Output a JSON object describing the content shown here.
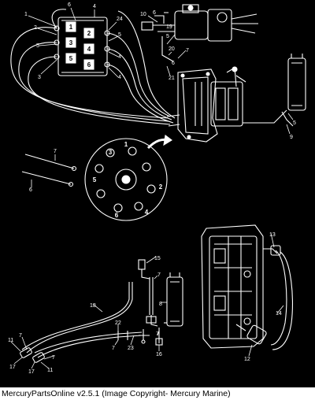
{
  "footer": {
    "caption": "MercuryPartsOnline v2.5.1 (Image Copyright- Mercury Marine)"
  },
  "diagram": {
    "cylinder_numbers": [
      "1",
      "2",
      "3",
      "4",
      "5",
      "6"
    ],
    "callouts": [
      "1",
      "2",
      "3",
      "4",
      "5",
      "6",
      "7",
      "8",
      "9",
      "10",
      "11",
      "12",
      "13",
      "14",
      "15",
      "16",
      "17",
      "18",
      "19",
      "20",
      "21",
      "22",
      "23",
      "24"
    ]
  },
  "colors": {
    "background": "#000000",
    "line": "#ffffff",
    "footer_bg": "#ffffff",
    "footer_text": "#000000"
  }
}
